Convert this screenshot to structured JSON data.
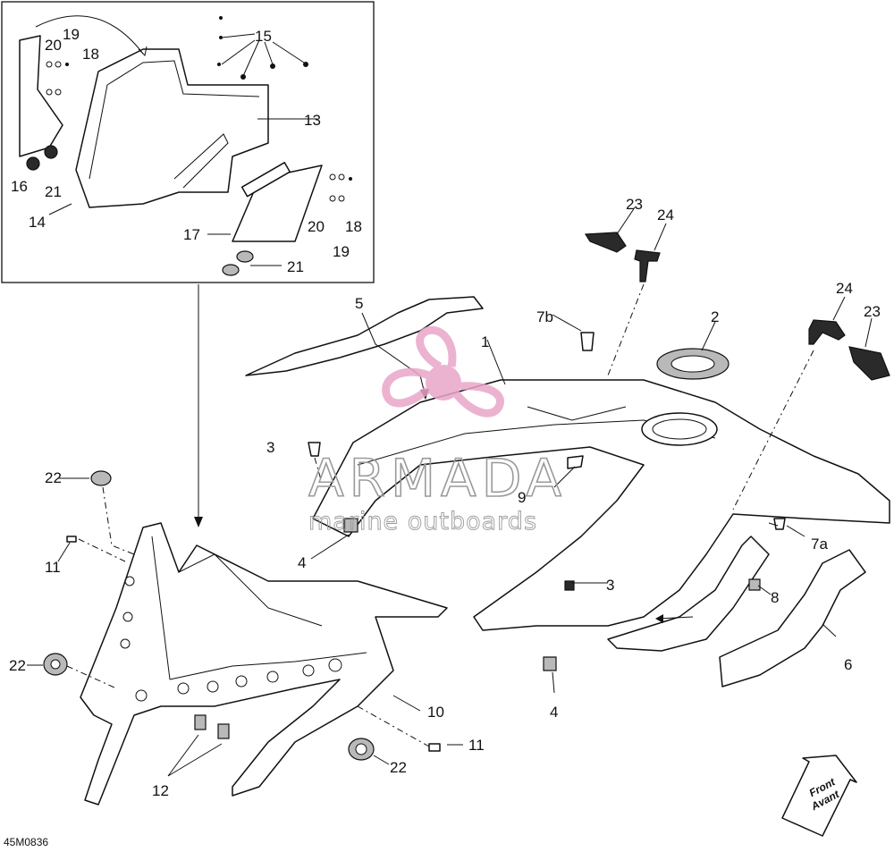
{
  "diagram": {
    "reference_code": "45M0836",
    "front_label_1": "Front",
    "front_label_2": "Avant",
    "watermark": {
      "title": "ARMADA",
      "subtitle": "marine outboards",
      "accent_color": "#e9a6c9"
    },
    "callouts": {
      "c1": "1",
      "c2": "2",
      "c3a": "3",
      "c3b": "3",
      "c4a": "4",
      "c4b": "4",
      "c5": "5",
      "c6": "6",
      "c7a": "7a",
      "c7b": "7b",
      "c8": "8",
      "c9": "9",
      "c10": "10",
      "c11a": "11",
      "c11b": "11",
      "c12": "12",
      "c13": "13",
      "c14": "14",
      "c15": "15",
      "c16": "16",
      "c17": "17",
      "c18a": "18",
      "c18b": "18",
      "c19a": "19",
      "c19b": "19",
      "c20a": "20",
      "c20b": "20",
      "c21a": "21",
      "c21b": "21",
      "c22a": "22",
      "c22b": "22",
      "c22c": "22",
      "c23a": "23",
      "c23b": "23",
      "c24a": "24",
      "c24b": "24"
    }
  }
}
